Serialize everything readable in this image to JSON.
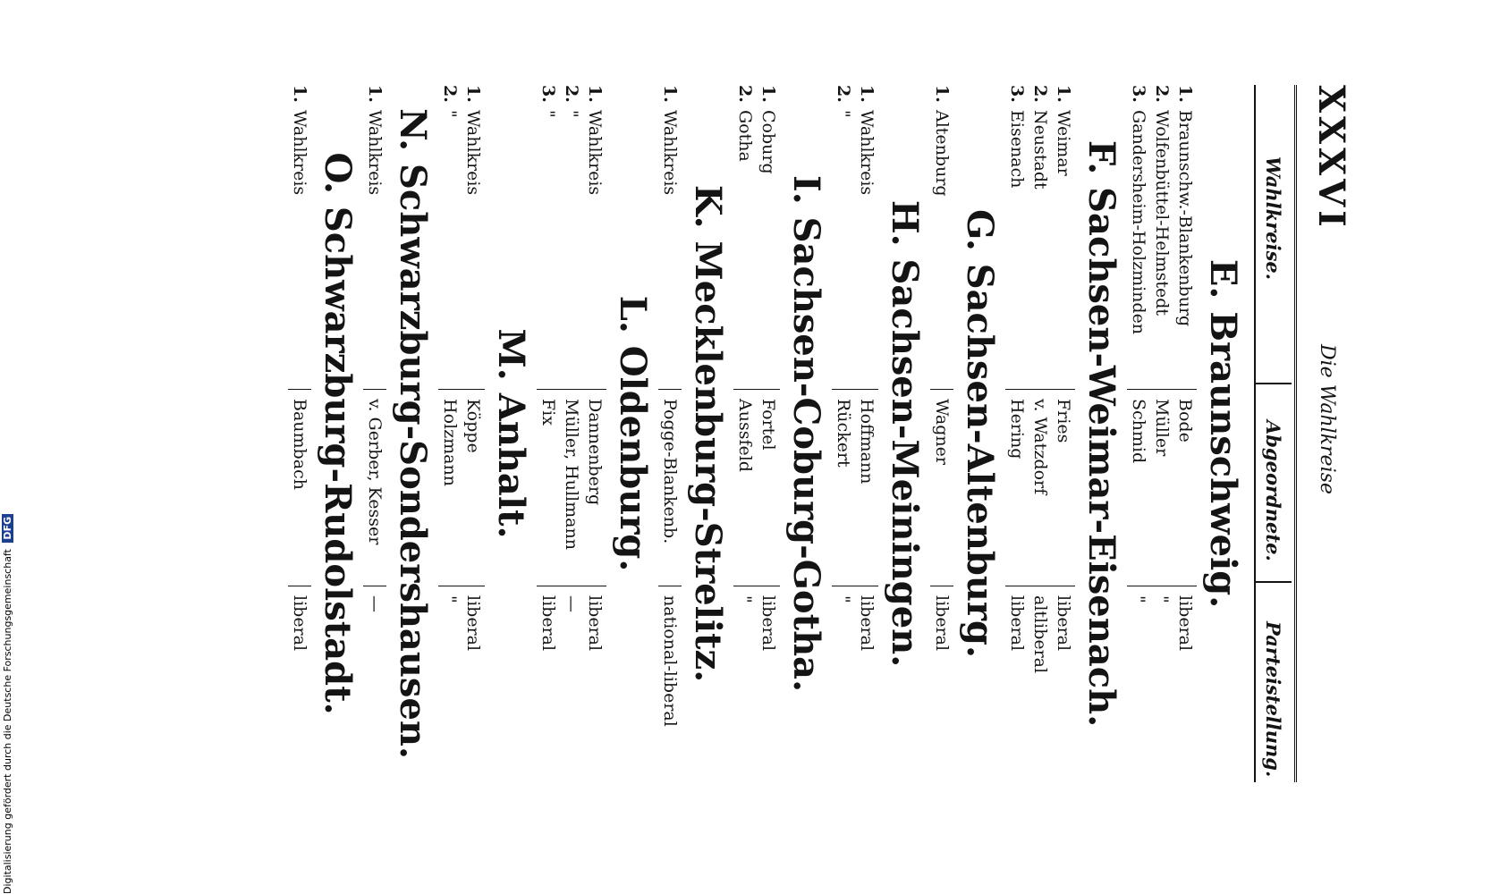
{
  "page": {
    "number": "XXXVI",
    "title": "Die Wahlkreise"
  },
  "columns": [
    "Wahlkreise.",
    "Abgeordnete.",
    "Parteistellung."
  ],
  "sections": [
    {
      "letter": "E.",
      "name": "Braunschweig.",
      "rows": [
        {
          "no": "1.",
          "district": "Braunschw.-Blankenburg",
          "member": "Bode",
          "party": "liberal"
        },
        {
          "no": "2.",
          "district": "Wolfenbüttel-Helmstedt",
          "member": "Müller",
          "party": "\""
        },
        {
          "no": "3.",
          "district": "Gandersheim-Holzminden",
          "member": "Schmid",
          "party": "\""
        }
      ]
    },
    {
      "letter": "F.",
      "name": "Sachsen-Weimar-Eisenach.",
      "rows": [
        {
          "no": "1.",
          "district": "Weimar",
          "member": "Fries",
          "party": "liberal"
        },
        {
          "no": "2.",
          "district": "Neustadt",
          "member": "v. Watzdorf",
          "party": "altliberal"
        },
        {
          "no": "3.",
          "district": "Eisenach",
          "member": "Hering",
          "party": "liberal"
        }
      ]
    },
    {
      "letter": "G.",
      "name": "Sachsen-Altenburg.",
      "rows": [
        {
          "no": "1.",
          "district": "Altenburg",
          "member": "Wagner",
          "party": "liberal"
        }
      ]
    },
    {
      "letter": "H.",
      "name": "Sachsen-Meiningen.",
      "rows": [
        {
          "no": "1.",
          "district": "Wahlkreis",
          "member": "Hoffmann",
          "party": "liberal"
        },
        {
          "no": "2.",
          "district": "\"",
          "member": "Rückert",
          "party": "\""
        }
      ]
    },
    {
      "letter": "I.",
      "name": "Sachsen-Coburg-Gotha.",
      "rows": [
        {
          "no": "1.",
          "district": "Coburg",
          "member": "Fortel",
          "party": "liberal"
        },
        {
          "no": "2.",
          "district": "Gotha",
          "member": "Aussfeld",
          "party": "\""
        }
      ]
    },
    {
      "letter": "K.",
      "name": "Mecklenburg-Strelitz.",
      "rows": [
        {
          "no": "1.",
          "district": "Wahlkreis",
          "member": "Pogge-Blankenb.",
          "party": "national-liberal"
        }
      ]
    },
    {
      "letter": "L.",
      "name": "Oldenburg.",
      "rows": [
        {
          "no": "1.",
          "district": "Wahlkreis",
          "member": "Dannenberg",
          "party": "liberal"
        },
        {
          "no": "2.",
          "district": "\"",
          "member": "Müller, Hullmann",
          "party": "—"
        },
        {
          "no": "3.",
          "district": "\"",
          "member": "Fix",
          "party": "liberal"
        }
      ]
    },
    {
      "letter": "M.",
      "name": "Anhalt.",
      "rows": [
        {
          "no": "1.",
          "district": "Wahlkreis",
          "member": "Köppe",
          "party": "liberal"
        },
        {
          "no": "2.",
          "district": "\"",
          "member": "Holzmann",
          "party": "\""
        }
      ]
    },
    {
      "letter": "N.",
      "name": "Schwarzburg-Sondershausen.",
      "rows": [
        {
          "no": "1.",
          "district": "Wahlkreis",
          "member": "v. Gerber, Kesser",
          "party": "—"
        }
      ]
    },
    {
      "letter": "O.",
      "name": "Schwarzburg-Rudolstadt.",
      "rows": [
        {
          "no": "1.",
          "district": "Wahlkreis",
          "member": "Baumbach",
          "party": "liberal"
        }
      ]
    }
  ],
  "credit": {
    "text": "Digitalisierung gefördert durch die Deutsche Forschungsgemeinschaft",
    "logo": "DFG"
  }
}
